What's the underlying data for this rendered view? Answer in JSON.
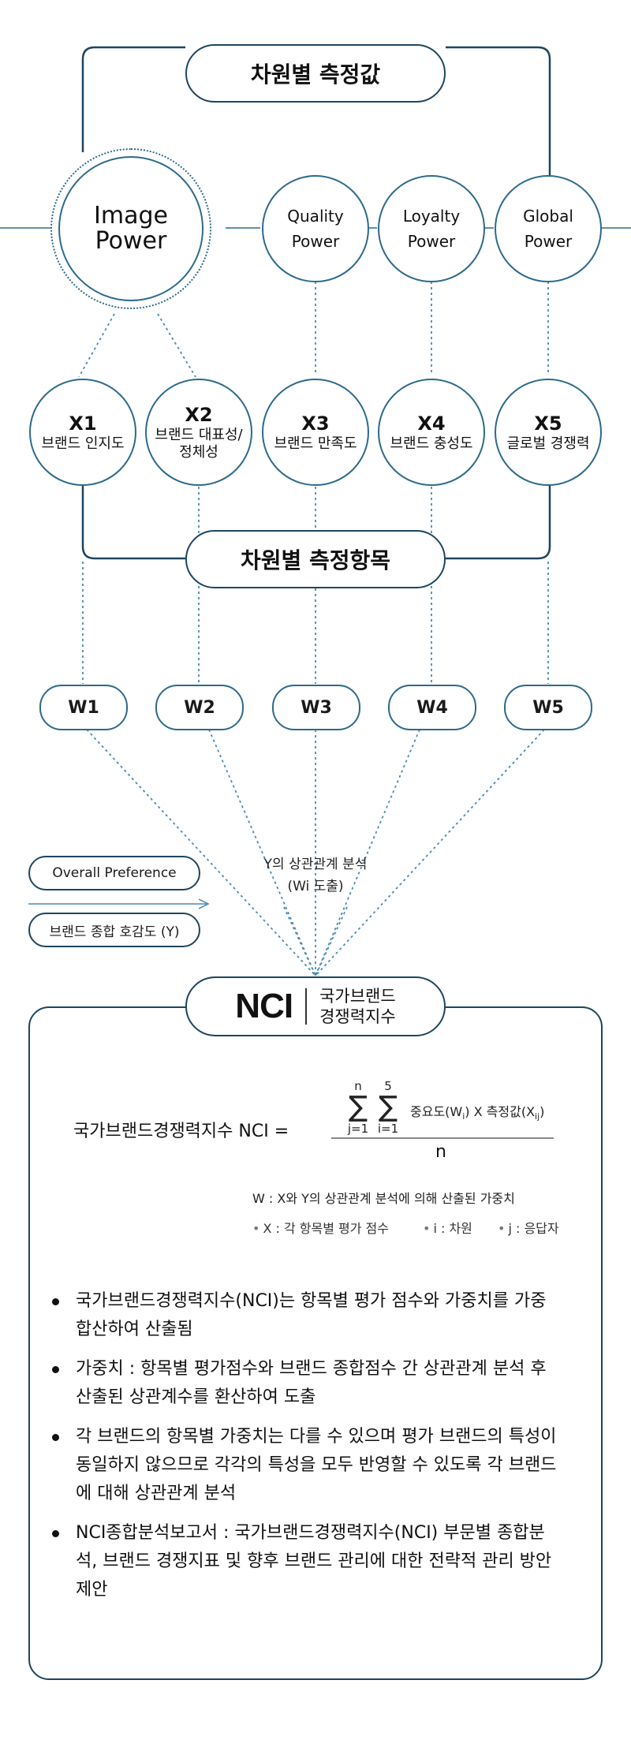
{
  "title": "차원별 측정값",
  "dimensions": [
    {
      "label": "Image Power"
    },
    {
      "label": "Quality\nPower"
    },
    {
      "label": "Loyalty\nPower"
    },
    {
      "label": "Global\nPower"
    }
  ],
  "measures": [
    {
      "code": "X1",
      "name": "브랜드 인지도"
    },
    {
      "code": "X2",
      "name": "브랜드 대표성/\n정체성"
    },
    {
      "code": "X3",
      "name": "브랜드 만족도"
    },
    {
      "code": "X4",
      "name": "브랜드 충성도"
    },
    {
      "code": "X5",
      "name": "글로벌 경쟁력"
    }
  ],
  "items_title": "차원별 측정항목",
  "weights": [
    "W1",
    "W2",
    "W3",
    "W4",
    "W5"
  ],
  "overall_preference": "Overall Preference",
  "brand_favorability": "브랜드 종합 호감도 (Y)",
  "y_relation": "Y의 상관관계 분석\n(Wi 도출)",
  "nci": {
    "abbr": "NCI",
    "name": "국가브랜드\n경쟁력지수"
  },
  "formula": {
    "lhs": "국가브랜드경쟁력지수 NCI =",
    "sum1_top": "n",
    "sum1_bottom": "j=1",
    "sum2_top": "5",
    "sum2_bottom": "i=1",
    "sigma": "∑",
    "term": "중요도(W",
    "term_sub_i": "i",
    "term_mid": ") X 측정값(X",
    "term_sub_ij": "ij",
    "term_end": ")",
    "denominator": "n"
  },
  "w_note": "W : X와 Y의 상관관계 분석에 의해 산출된 가중치",
  "legend": [
    "X : 각 항목별 평가 점수",
    "i : 차원",
    "j : 응답자"
  ],
  "bullets": [
    "국가브랜드경쟁력지수(NCI)는 항목별 평가 점수와 가중치를 가중합산하여 산출됨",
    "가중치 : 항목별 평가점수와 브랜드 종합점수 간 상관관계 분석 후 산출된 상관계수를 환산하여 도출",
    "각 브랜드의 항목별 가중치는 다를 수 있으며 평가 브랜드의 특성이 동일하지 않으므로 각각의 특성을 모두 반영할 수 있도록 각 브랜드에 대해 상관관계 분석",
    "NCI종합분석보고서 : 국가브랜드경쟁력지수(NCI) 부문별 종합분석, 브랜드 경쟁지표 및 향후 브랜드 관리에 대한 전략적 관리 방안 제안"
  ],
  "colors": {
    "line": "#2d6a8c",
    "border": "#1e4560",
    "dotted": "#4a8ab0"
  }
}
